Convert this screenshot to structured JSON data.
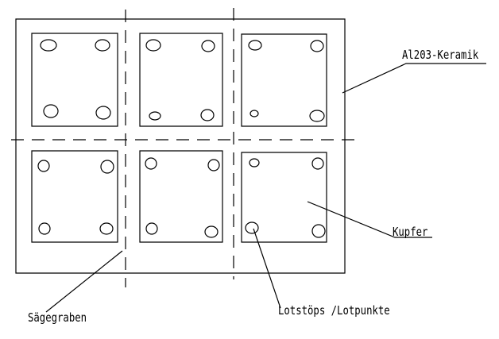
{
  "labels": {
    "ceramic": "Al203-Keramik",
    "copper": "Kupfer",
    "saw_trench": "Sägegraben",
    "solder": "Lotstöps /Lotpunkte"
  },
  "colors": {
    "stroke": "#000000",
    "background": "#ffffff"
  },
  "layout": {
    "tile_rows": 2,
    "tile_cols": 3,
    "solder_points_per_tile": 4
  }
}
